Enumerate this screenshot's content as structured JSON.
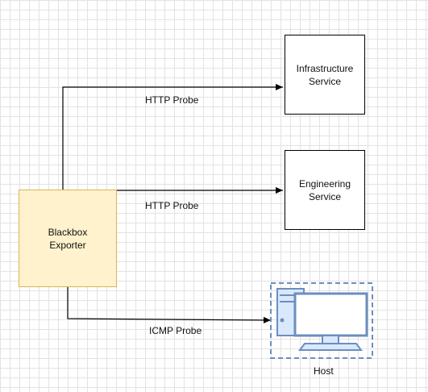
{
  "nodes": {
    "exporter": "Blackbox\nExporter",
    "infra": "Infrastructure\nService",
    "eng": "Engineering\nService",
    "host": "Host"
  },
  "edges": {
    "http_probe_1": "HTTP Probe",
    "http_probe_2": "HTTP Probe",
    "icmp_probe": "ICMP Probe"
  },
  "colors": {
    "exporter_fill": "#fff2cc",
    "exporter_border": "#d6b656",
    "host_icon": "#6c8ebf"
  },
  "icons": {
    "host": "computer-host-icon"
  }
}
